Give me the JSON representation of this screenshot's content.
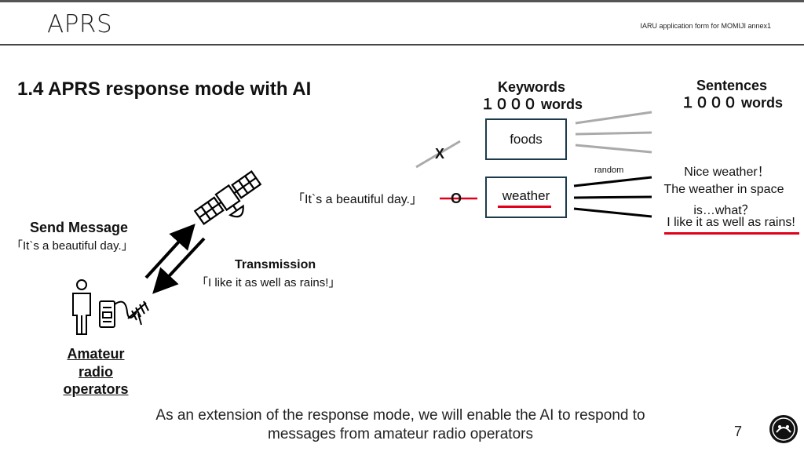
{
  "header": {
    "app_title": "APRS",
    "doc_note": "IARU application form for MOMIJI annex1"
  },
  "slide": {
    "title": "1.4 APRS response mode with AI"
  },
  "keywords": {
    "heading_line1": "Keywords",
    "heading_line2": "１０００ words",
    "items": [
      "foods",
      "weather"
    ]
  },
  "sentences": {
    "heading_line1": "Sentences",
    "heading_line2": "１０００ words",
    "items": [
      "Nice weather！",
      "The weather in space",
      "is…what？",
      "I like it as well as rains!"
    ]
  },
  "flow": {
    "incoming_message": "「It`s a beautiful day.」",
    "reject_mark": "X",
    "match_mark": "O",
    "random_label": "random"
  },
  "send": {
    "heading": "Send Message",
    "message": "「It`s a beautiful day.」"
  },
  "transmission": {
    "heading": "Transmission",
    "message": "「I like it as well as rains!」"
  },
  "operators": {
    "label_line1": "Amateur",
    "label_line2": "radio",
    "label_line3": "operators"
  },
  "footer": {
    "text_line1": "As an extension of the response mode, we will enable the AI to respond to",
    "text_line2": "messages from amateur radio operators",
    "page_number": "7"
  },
  "icons": [
    "satellite-icon",
    "person-icon",
    "radio-transceiver-icon",
    "yagi-antenna-icon",
    "logo-icon"
  ],
  "colors": {
    "highlight_red": "#e0001a",
    "box_border": "#1b3a4b"
  }
}
